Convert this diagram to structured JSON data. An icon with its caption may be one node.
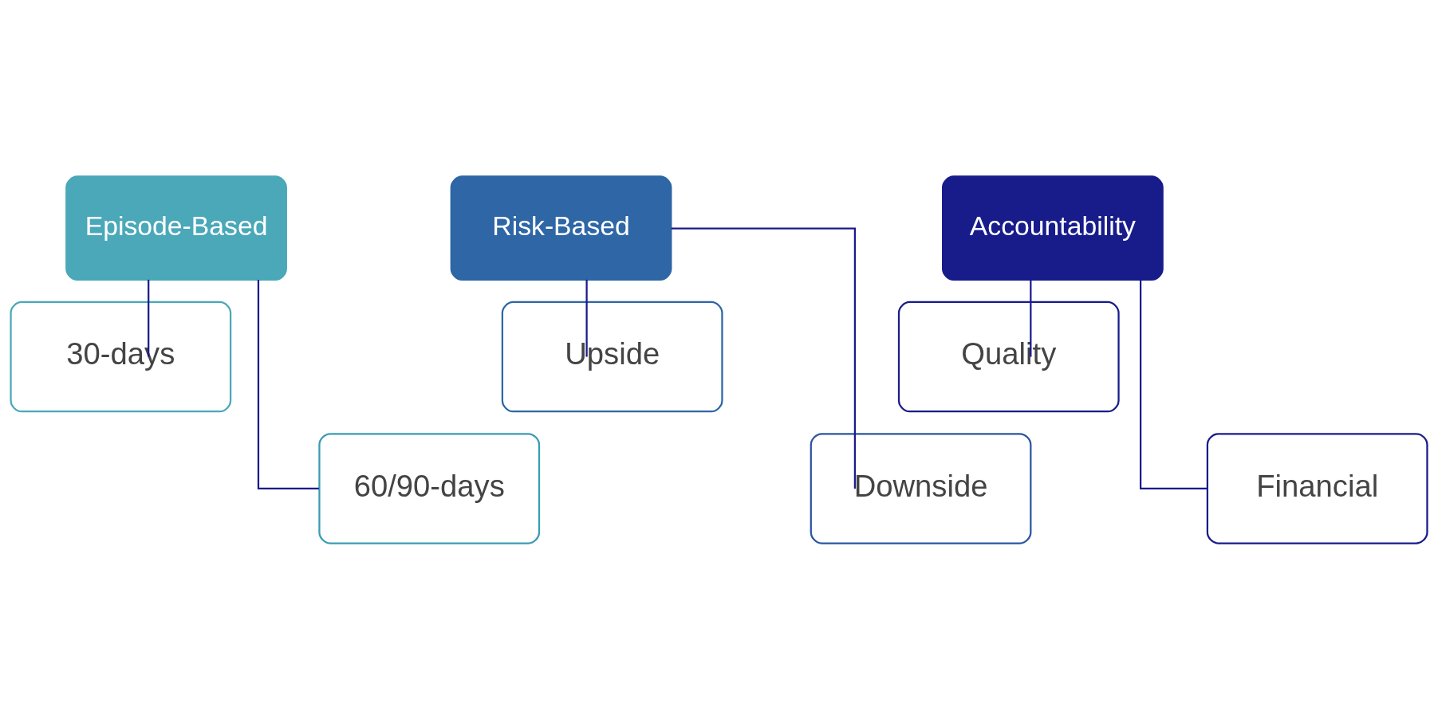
{
  "diagram": {
    "nodes": [
      {
        "text": [
          "Episode-Based"
        ]
      },
      {
        "text": [
          "30-days"
        ]
      },
      {
        "text": [
          "60/90-days"
        ]
      },
      {
        "text": [
          "Risk-Based"
        ]
      },
      {
        "text": [
          "Upside"
        ]
      },
      {
        "text": [
          "Downside"
        ]
      },
      {
        "text": [
          "Accountability"
        ]
      },
      {
        "text": [
          "Quality"
        ]
      },
      {
        "text": [
          "Financial"
        ]
      }
    ],
    "edges": [
      {
        "from": 0,
        "to": 1,
        "arrow": "none"
      },
      {
        "from": 0,
        "to": 2,
        "arrow": "none"
      },
      {
        "from": 3,
        "to": 4,
        "arrow": "none"
      },
      {
        "from": 3,
        "to": 5,
        "arrow": "none"
      },
      {
        "from": 6,
        "to": 7,
        "arrow": "none"
      },
      {
        "from": 6,
        "to": 8,
        "arrow": "none"
      }
    ]
  }
}
